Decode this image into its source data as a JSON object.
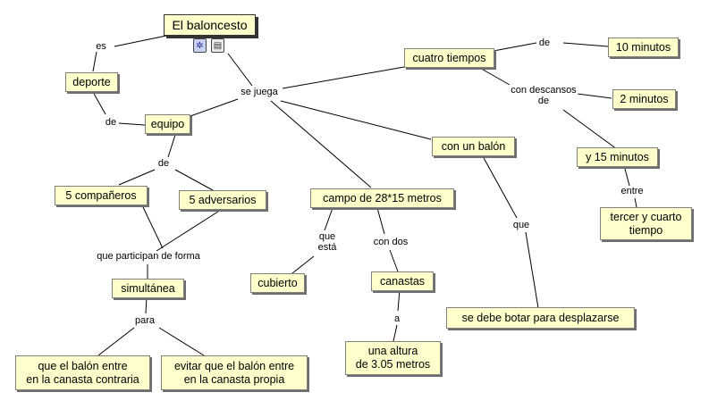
{
  "concepts": {
    "root": "El baloncesto",
    "deporte": "deporte",
    "equipo": "equipo",
    "cuatro_tiempos": "cuatro tiempos",
    "diez_minutos": "10 minutos",
    "dos_minutos": "2 minutos",
    "quince_minutos": "y 15 minutos",
    "tercer_cuarto": "tercer y cuarto\ntiempo",
    "con_balon": "con un balón",
    "campo": "campo de 28*15 metros",
    "companeros": "5 compañeros",
    "adversarios": "5 adversarios",
    "simultanea": "simultánea",
    "cubierto": "cubierto",
    "canastas": "canastas",
    "altura": "una altura\nde 3.05 metros",
    "botar": "se debe botar para desplazarse",
    "contraria": "que el balón entre\nen la canasta contraria",
    "propia": "evitar que el balón entre\nen la canasta propia"
  },
  "links": {
    "es": "es",
    "se_juega": "se juega",
    "de_deporte": "de",
    "de_equipo": "de",
    "de_tiempos": "de",
    "con_descansos": "con descansos\nde",
    "entre": "entre",
    "que_participan": "que participan de forma",
    "para": "para",
    "que_esta": "que\nestá",
    "con_dos": "con dos",
    "a": "a",
    "que_balon": "que"
  },
  "icons": [
    "concept-map-icon",
    "document-icon"
  ],
  "colors": {
    "concept_fill": "#ffffcc",
    "shadow": "#6e6e6e"
  }
}
